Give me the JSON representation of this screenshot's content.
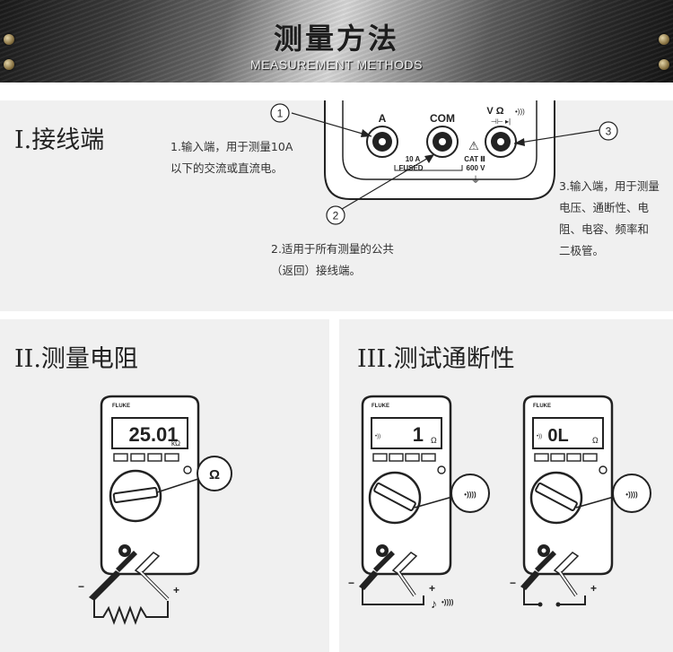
{
  "banner": {
    "title": "测量方法",
    "subtitle": "MEASUREMENT METHODS"
  },
  "section1": {
    "title": "I.接线端",
    "note1_line1": "1.输入端，用于测量10A",
    "note1_line2": "以下的交流或直流电。",
    "note2_line1": "2.适用于所有测量的公共",
    "note2_line2": "（返回）接线端。",
    "note3_line1": "3.输入端，用于测量",
    "note3_line2": "电压、通断性、电",
    "note3_line3": "阻、电容、频率和",
    "note3_line4": "二极管。",
    "callout1": "1",
    "callout2": "2",
    "callout3": "3",
    "jack_a_label": "A",
    "jack_com_label": "COM",
    "jack_v_label": "V Ω",
    "fused_label_1": "10 A",
    "fused_label_2": "FUSED",
    "cat_label_1": "CAT Ⅲ",
    "cat_label_2": "600 V"
  },
  "section2": {
    "title": "II.测量电阻",
    "brand": "FLUKE",
    "display_value": "25.01",
    "display_unit": "kΩ",
    "dial_symbol": "Ω",
    "minus": "−",
    "plus": "+"
  },
  "section3": {
    "title": "III.测试通断性",
    "brand": "FLUKE",
    "meter1_value": "1",
    "meter1_unit": "Ω",
    "meter2_value": "0L",
    "meter2_unit": "Ω",
    "dial_symbol": "•))))",
    "minus": "−",
    "plus": "+"
  }
}
